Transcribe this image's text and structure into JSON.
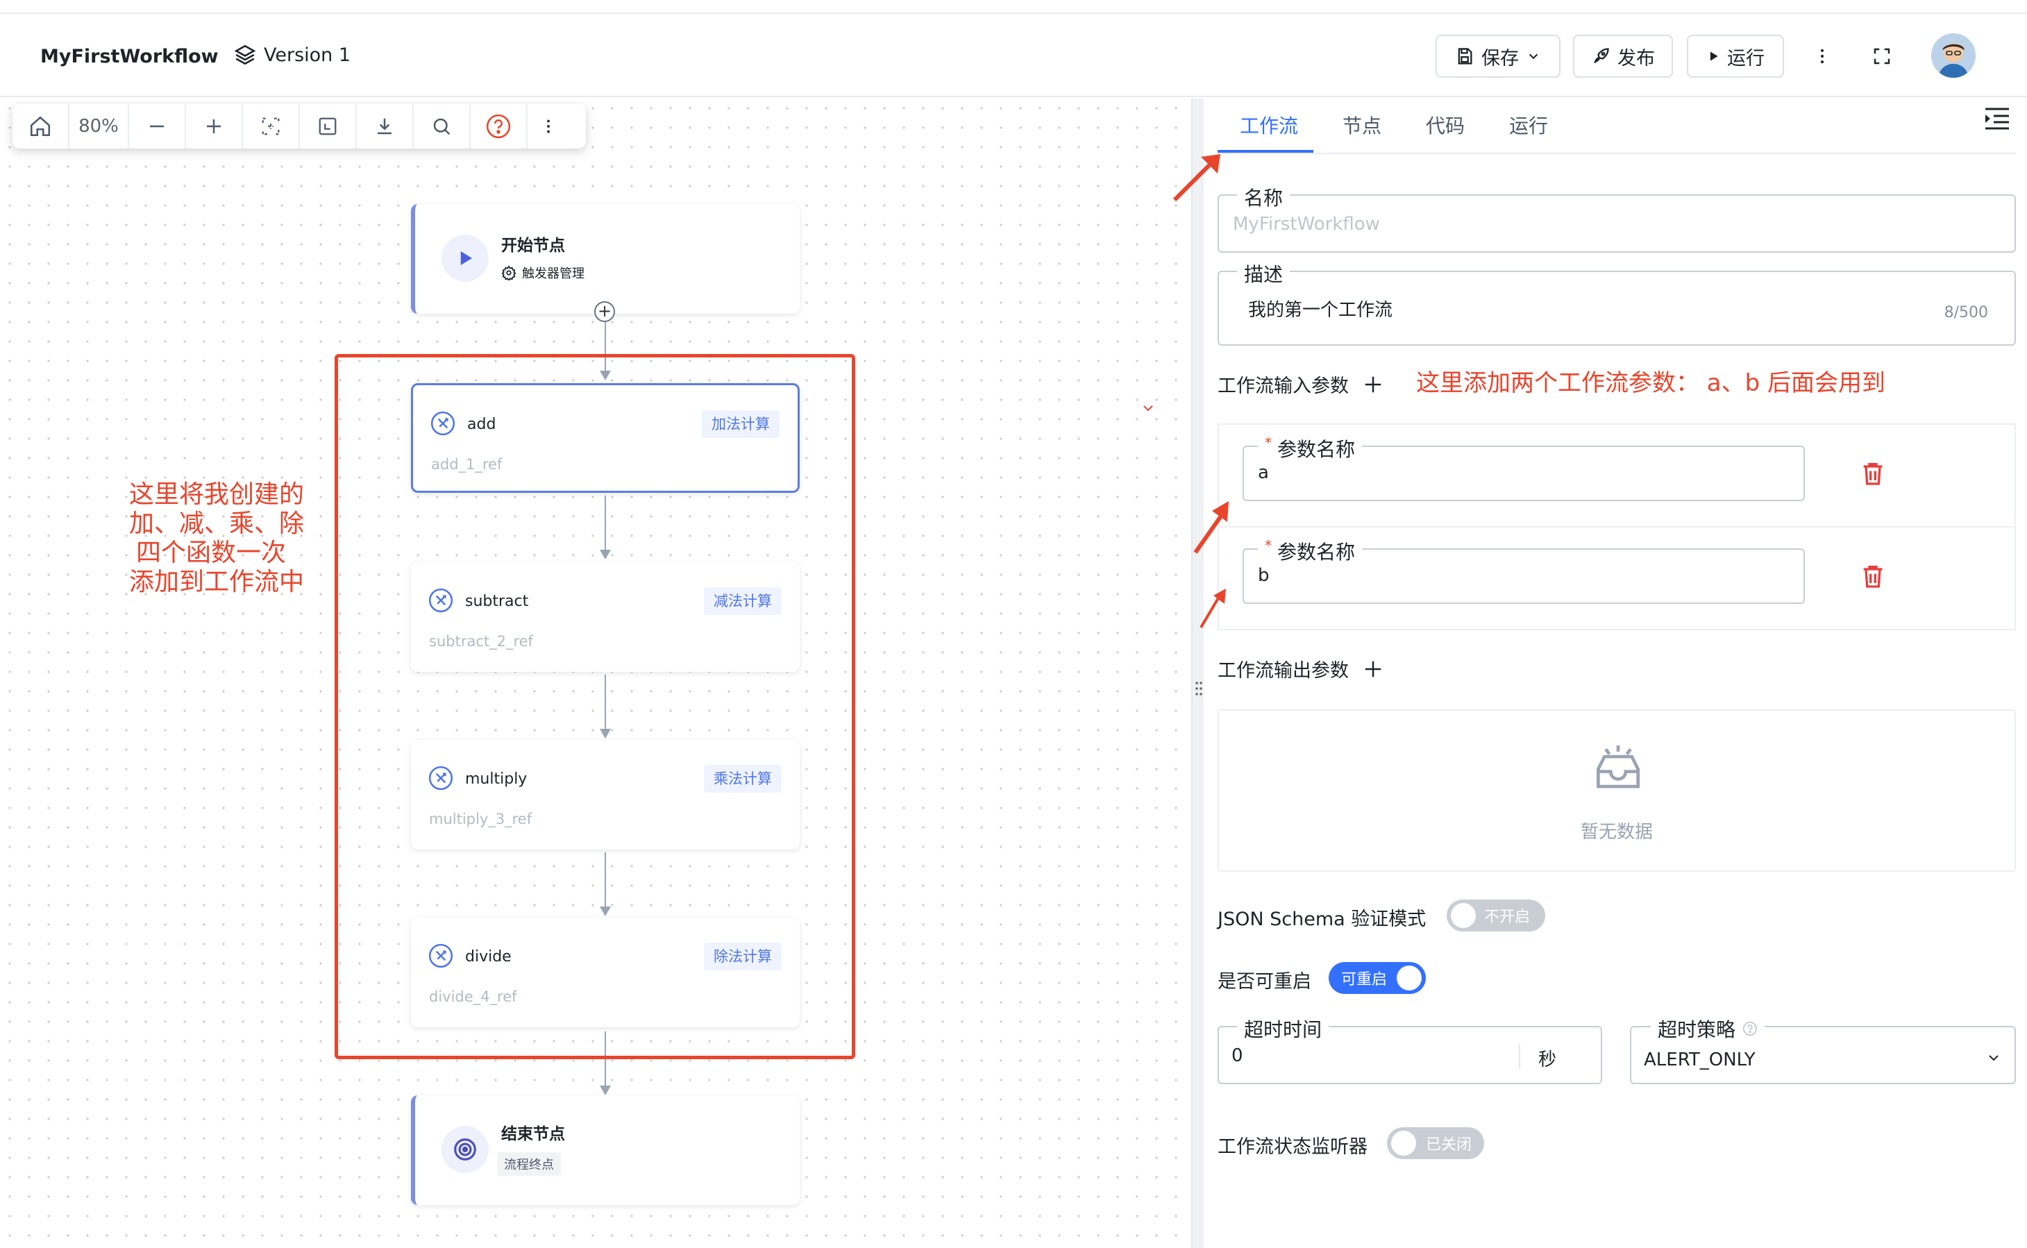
{
  "header": {
    "app_title": "MyFirstWorkflow",
    "version": "Version 1",
    "save": "保存",
    "publish": "发布",
    "run": "运行"
  },
  "toolbar": {
    "zoom": "80%"
  },
  "canvas": {
    "start": {
      "title": "开始节点",
      "sub": "触发器管理"
    },
    "nodes": [
      {
        "name": "add",
        "ref": "add_1_ref",
        "tag": "加法计算"
      },
      {
        "name": "subtract",
        "ref": "subtract_2_ref",
        "tag": "减法计算"
      },
      {
        "name": "multiply",
        "ref": "multiply_3_ref",
        "tag": "乘法计算"
      },
      {
        "name": "divide",
        "ref": "divide_4_ref",
        "tag": "除法计算"
      }
    ],
    "end": {
      "title": "结束节点",
      "sub": "流程终点"
    },
    "note_lines": [
      "这里将我创建的",
      "加、减、乘、除",
      "四个函数一次",
      "添加到工作流中"
    ]
  },
  "panel": {
    "tabs": [
      "工作流",
      "节点",
      "代码",
      "运行"
    ],
    "name_label": "名称",
    "name_placeholder": "MyFirstWorkflow",
    "desc_label": "描述",
    "desc_value": "我的第一个工作流",
    "desc_count": "8/500",
    "input_params_label": "工作流输入参数",
    "annotation": "这里添加两个工作流参数： a、b 后面会用到",
    "params": [
      {
        "label": "参数名称",
        "value": "a"
      },
      {
        "label": "参数名称",
        "value": "b"
      }
    ],
    "output_params_label": "工作流输出参数",
    "empty_text": "暂无数据",
    "schema_label": "JSON Schema 验证模式",
    "schema_switch": "不开启",
    "restart_label": "是否可重启",
    "restart_switch": "可重启",
    "timeout_label": "超时时间",
    "timeout_value": "0",
    "timeout_unit": "秒",
    "policy_label": "超时策略",
    "policy_value": "ALERT_ONLY",
    "listener_label": "工作流状态监听器",
    "listener_switch": "已关闭"
  },
  "colors": {
    "accent": "#3370ff",
    "annotation": "#e8452c"
  }
}
